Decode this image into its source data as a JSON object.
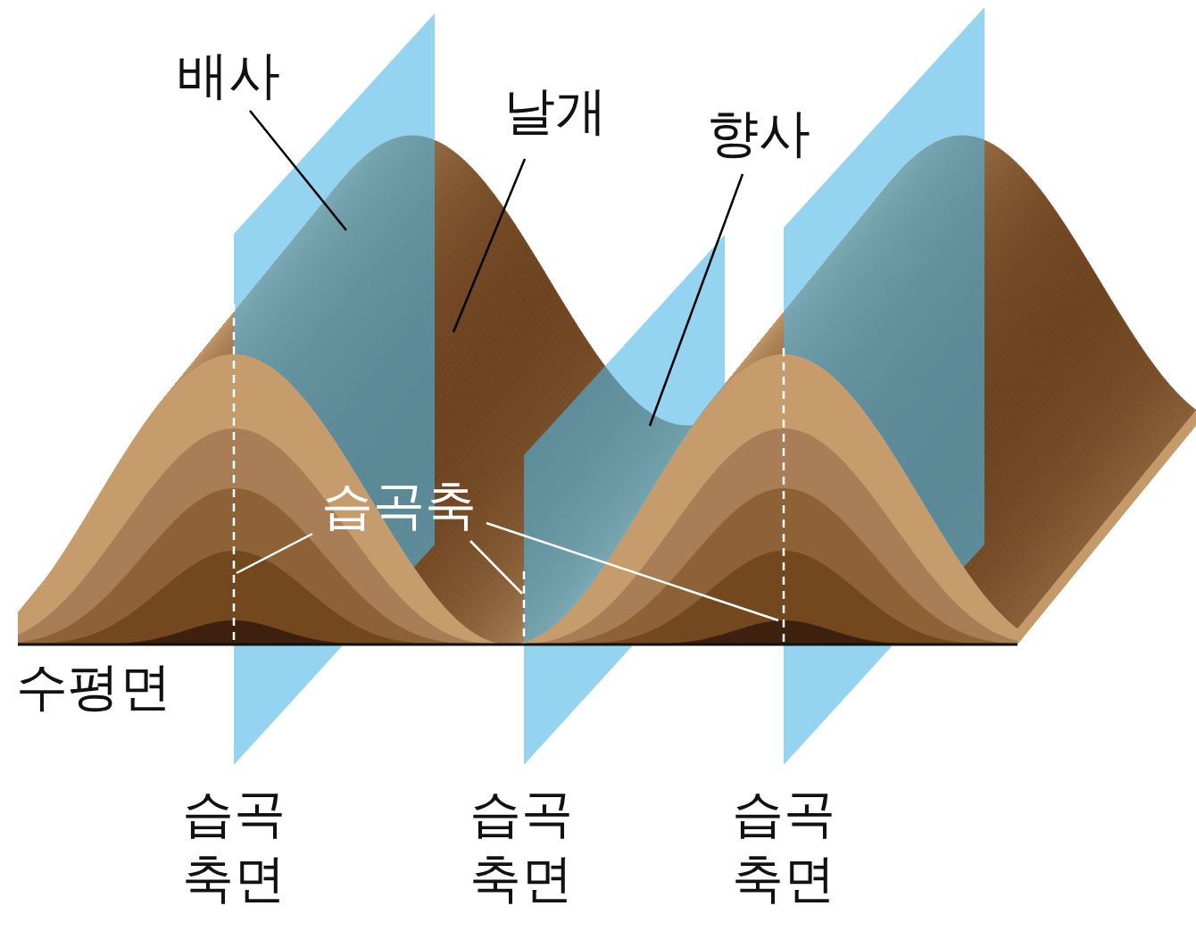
{
  "diagram": {
    "labels": [
      "배사",
      "날개",
      "향사",
      "습곡축",
      "수평면",
      "습곡 축면",
      "습곡 축면",
      "습곡 축면"
    ]
  }
}
